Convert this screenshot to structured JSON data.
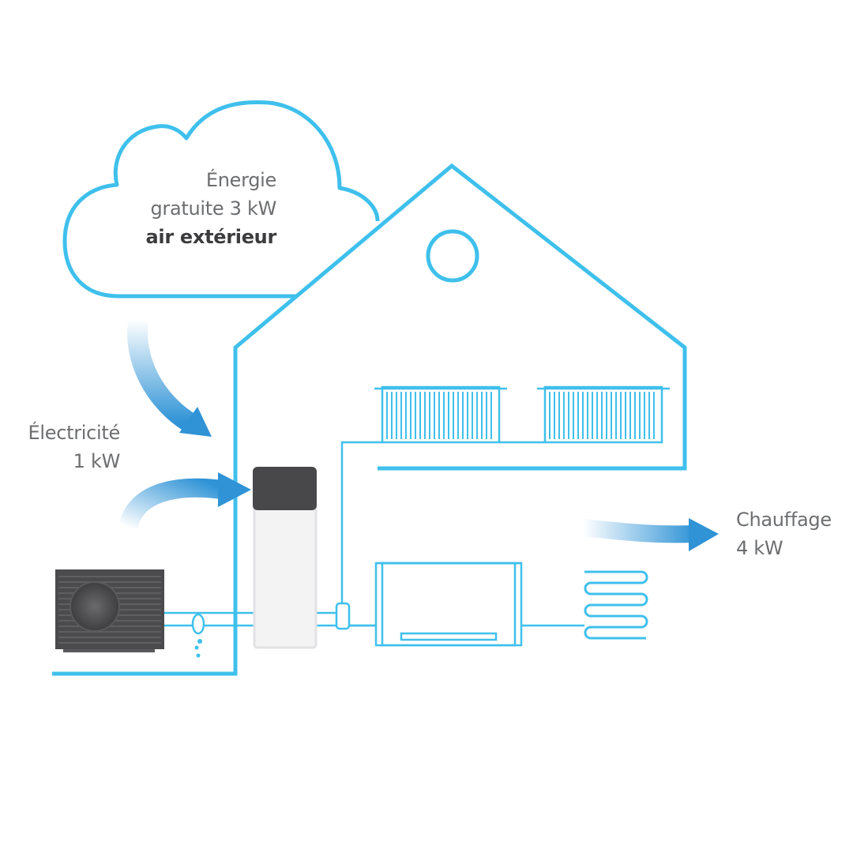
{
  "labels": {
    "free_energy": {
      "line1": "Énergie",
      "line2": "gratuite 3 kW",
      "line3": "air extérieur"
    },
    "electricity": {
      "line1": "Électricité",
      "line2": "1 kW"
    },
    "heating": {
      "line1": "Chauffage",
      "line2": "4 kW"
    }
  },
  "colors": {
    "outline": "#3fc0ec",
    "arrow": "#2f93d6",
    "dark_unit": "#48484b",
    "text": "#6d6e70",
    "text_strong": "#3c3c3e"
  },
  "icons": [
    "cloud-icon",
    "house-icon",
    "heat-pump-outdoor-unit-icon",
    "indoor-unit-icon",
    "radiator-icon",
    "fan-coil-icon",
    "underfloor-coil-icon",
    "arrow-icon"
  ]
}
